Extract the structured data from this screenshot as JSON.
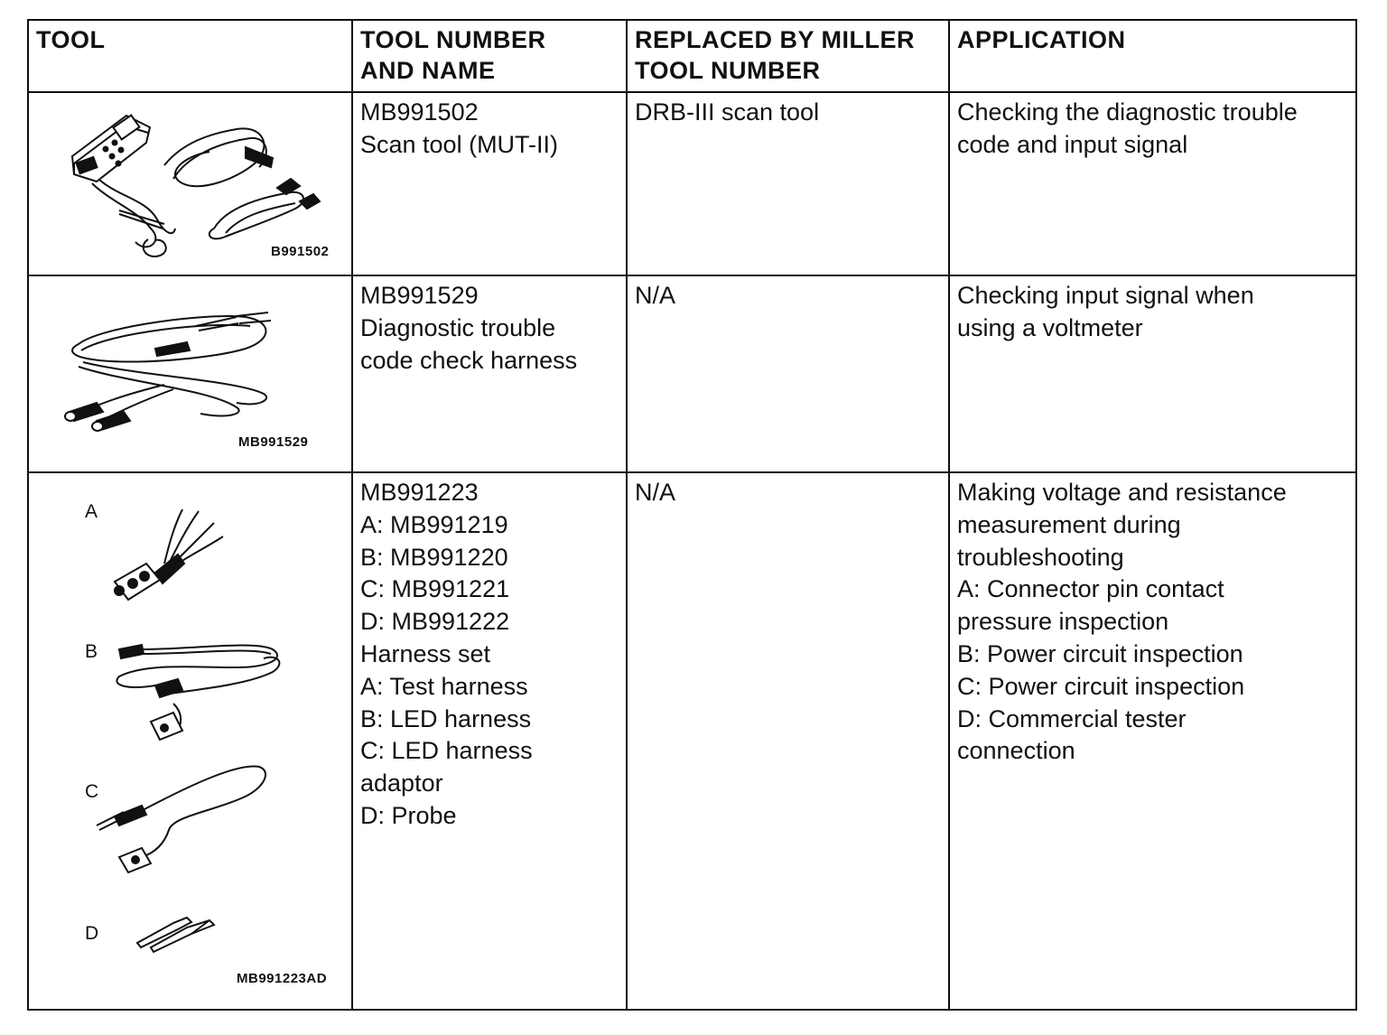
{
  "headers": {
    "tool": "TOOL",
    "tool_number_name": [
      "TOOL NUMBER",
      "AND NAME"
    ],
    "replaced_by": [
      "REPLACED BY MILLER",
      "TOOL NUMBER"
    ],
    "application": "APPLICATION"
  },
  "rows": [
    {
      "figure_label": "B991502",
      "tool_number_name": [
        "MB991502",
        "Scan tool (MUT-II)"
      ],
      "replaced_by": "DRB-III scan tool",
      "application": [
        "Checking the diagnostic trouble",
        "code and input signal"
      ]
    },
    {
      "figure_label": "MB991529",
      "tool_number_name": [
        "MB991529",
        "Diagnostic trouble",
        "code check harness"
      ],
      "replaced_by": "N/A",
      "application": [
        "Checking input signal when",
        "using a voltmeter"
      ]
    },
    {
      "figure_label": "MB991223AD",
      "part_letters": [
        "A",
        "B",
        "C",
        "D"
      ],
      "tool_number_name": [
        "MB991223",
        "A: MB991219",
        "B: MB991220",
        "C: MB991221",
        "D: MB991222",
        "Harness set",
        "A: Test harness",
        "B: LED harness",
        "C: LED harness",
        "adaptor",
        "D: Probe"
      ],
      "replaced_by": "N/A",
      "application": [
        "Making voltage and resistance",
        "measurement during",
        "troubleshooting",
        "A: Connector pin contact",
        "pressure inspection",
        "B: Power circuit inspection",
        "C: Power circuit inspection",
        "D: Commercial tester",
        "connection"
      ]
    }
  ]
}
